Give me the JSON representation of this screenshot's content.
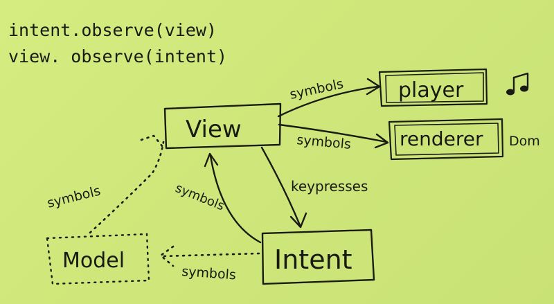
{
  "code": {
    "line1": "intent.observe(view)",
    "line2": "view. observe(intent)"
  },
  "nodes": {
    "view": "View",
    "player": "player",
    "renderer": "renderer",
    "intent": "Intent",
    "model": "Model"
  },
  "edges": {
    "view_to_player": "symbols",
    "view_to_renderer": "symbols",
    "view_to_intent": "keypresses",
    "intent_to_view": "symbols",
    "model_to_view": "symbols",
    "intent_to_model": "symbols"
  },
  "side_labels": {
    "player_icon": "music-note-icon",
    "renderer_note": "Dom"
  }
}
